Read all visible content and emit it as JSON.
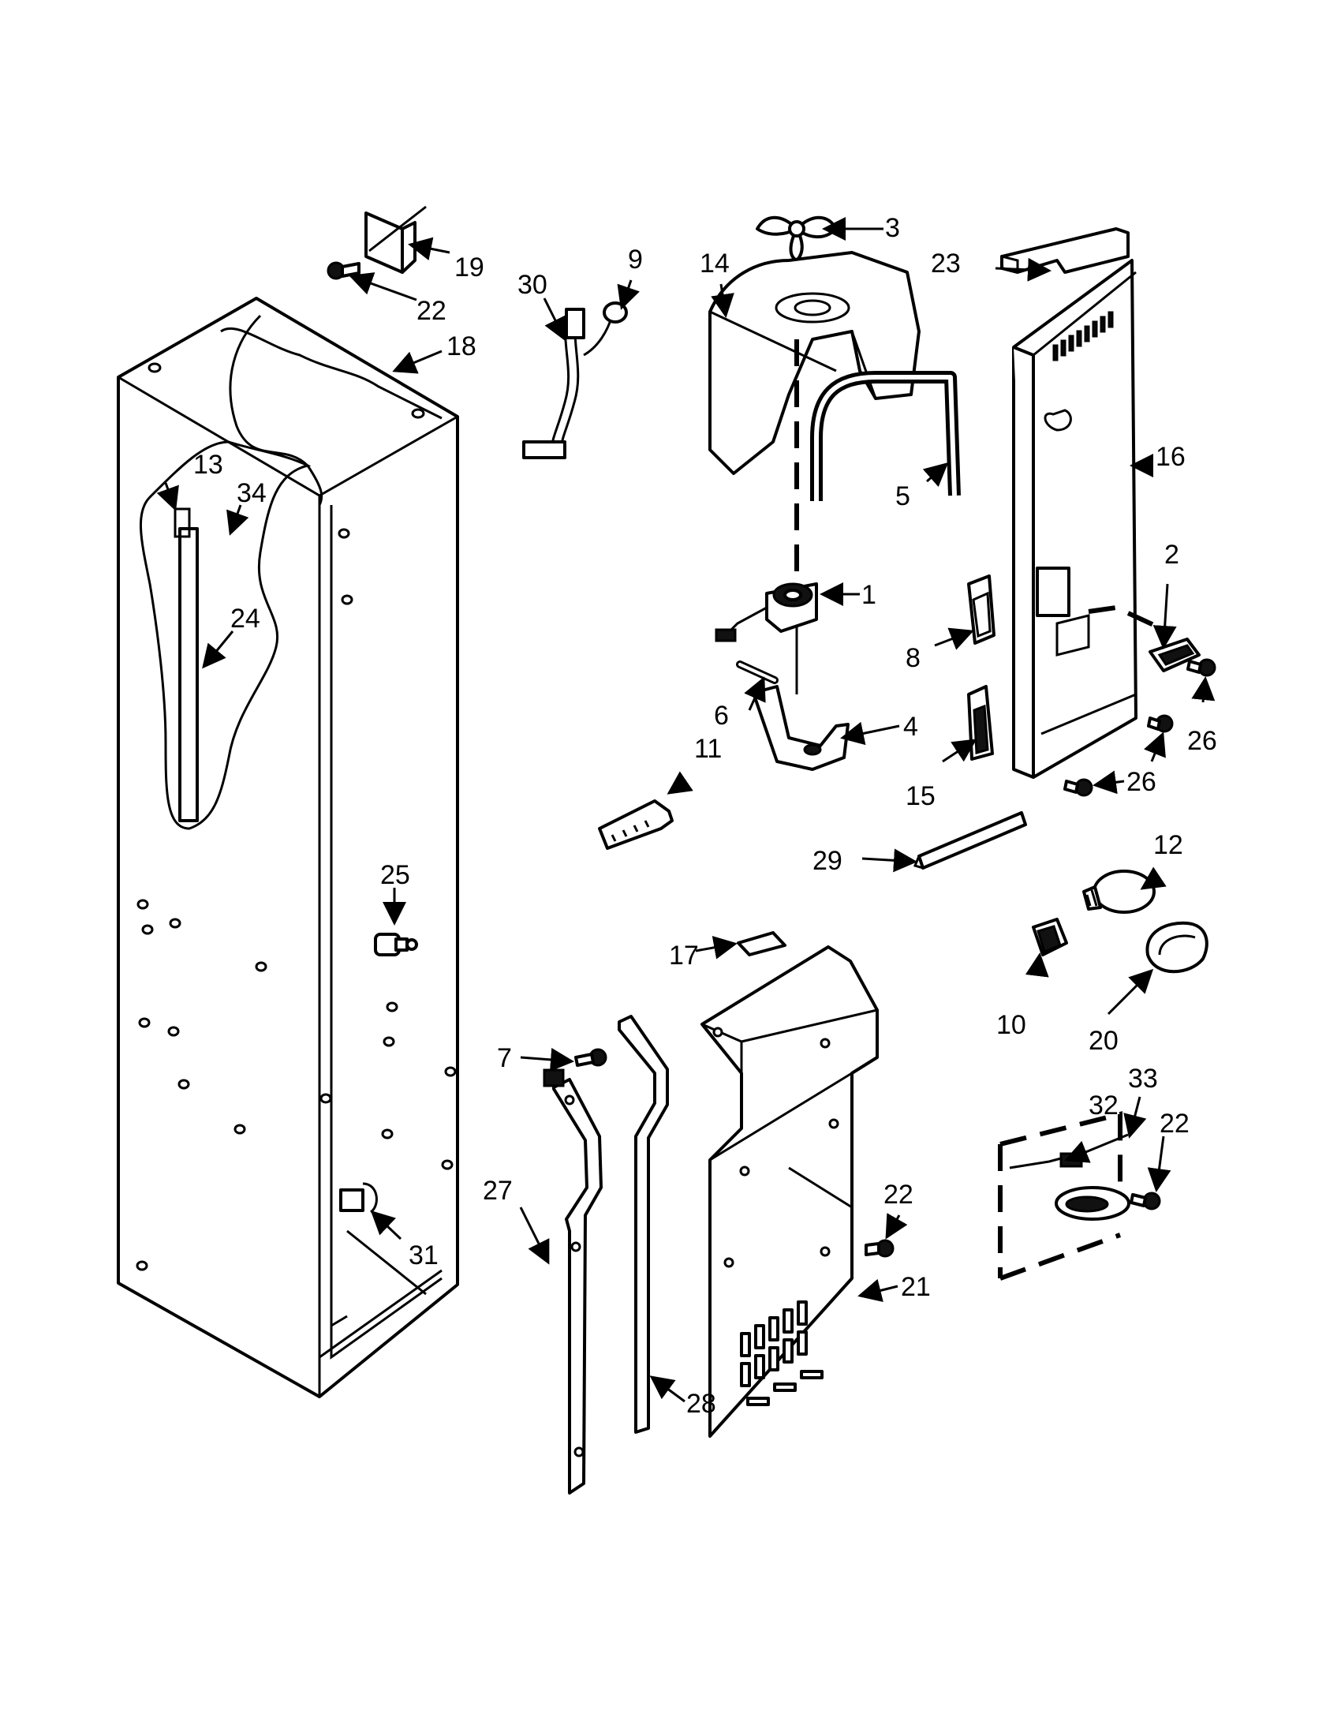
{
  "callouts": [
    {
      "id": "c1",
      "label": "1"
    },
    {
      "id": "c2",
      "label": "2"
    },
    {
      "id": "c3",
      "label": "3"
    },
    {
      "id": "c4",
      "label": "4"
    },
    {
      "id": "c5",
      "label": "5"
    },
    {
      "id": "c6",
      "label": "6"
    },
    {
      "id": "c7",
      "label": "7"
    },
    {
      "id": "c8",
      "label": "8"
    },
    {
      "id": "c9",
      "label": "9"
    },
    {
      "id": "c10",
      "label": "10"
    },
    {
      "id": "c11",
      "label": "11"
    },
    {
      "id": "c12",
      "label": "12"
    },
    {
      "id": "c13",
      "label": "13"
    },
    {
      "id": "c14",
      "label": "14"
    },
    {
      "id": "c15",
      "label": "15"
    },
    {
      "id": "c16",
      "label": "16"
    },
    {
      "id": "c17",
      "label": "17"
    },
    {
      "id": "c18",
      "label": "18"
    },
    {
      "id": "c19",
      "label": "19"
    },
    {
      "id": "c20",
      "label": "20"
    },
    {
      "id": "c21",
      "label": "21"
    },
    {
      "id": "c22a",
      "label": "22"
    },
    {
      "id": "c22b",
      "label": "22"
    },
    {
      "id": "c22c",
      "label": "22"
    },
    {
      "id": "c23",
      "label": "23"
    },
    {
      "id": "c24",
      "label": "24"
    },
    {
      "id": "c25",
      "label": "25"
    },
    {
      "id": "c26a",
      "label": "26"
    },
    {
      "id": "c26b",
      "label": "26"
    },
    {
      "id": "c27",
      "label": "27"
    },
    {
      "id": "c28",
      "label": "28"
    },
    {
      "id": "c29",
      "label": "29"
    },
    {
      "id": "c30",
      "label": "30"
    },
    {
      "id": "c31",
      "label": "31"
    },
    {
      "id": "c32",
      "label": "32"
    },
    {
      "id": "c33",
      "label": "33"
    },
    {
      "id": "c34",
      "label": "34"
    }
  ]
}
